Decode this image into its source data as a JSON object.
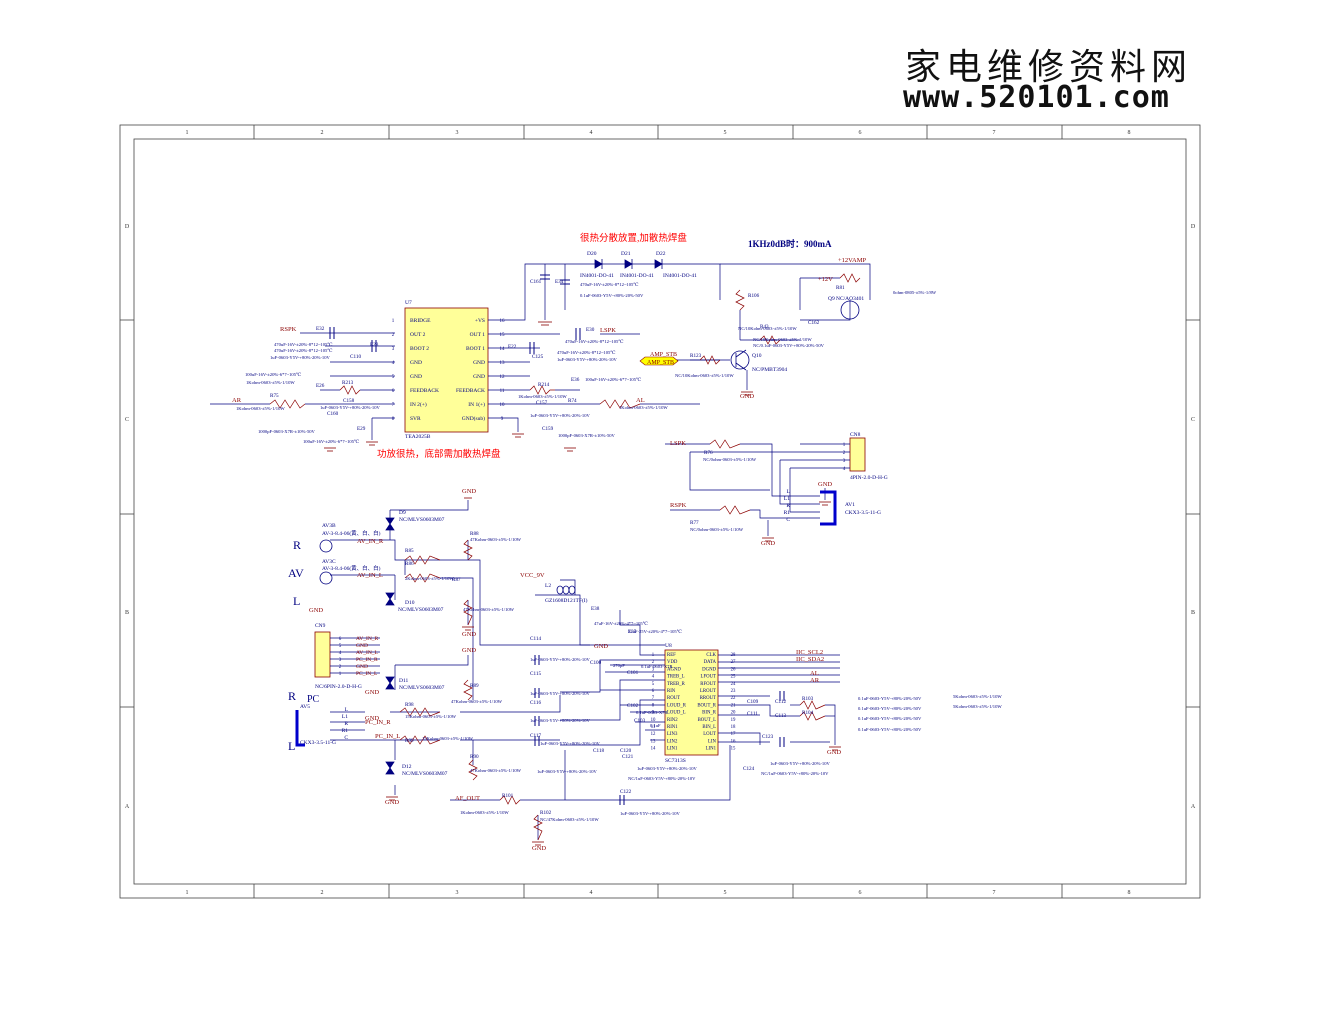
{
  "watermark": {
    "line1": "家电维修资料网",
    "line2": "www.520101.com"
  },
  "frame": {
    "cols": [
      "1",
      "2",
      "3",
      "4",
      "5",
      "6",
      "7",
      "8"
    ],
    "rows": [
      "D",
      "C",
      "B",
      "A"
    ]
  },
  "notes": {
    "heat_top": "很热分散放置,加散热焊盘",
    "heat_bottom": "功放很热，底部需加散热焊盘",
    "current": "1KHz0dB时：900mA"
  },
  "labels": {
    "left_r": "R",
    "left_av": "AV",
    "left_l": "L",
    "left_pc": "PC",
    "left_r2": "R",
    "left_l2": "L",
    "amp_stb": "AMP_STB",
    "vcc9": "VCC_9V",
    "p12": "+12V",
    "p12amp": "+12VAMP",
    "af_out": "AF_OUT",
    "lspk": "LSPK",
    "rspk": "RSPK",
    "ar": "AR",
    "al": "AL",
    "gnd": "GND",
    "av_in_r": "AV_IN_R",
    "av_in_l": "AV_IN_L",
    "pc_in_r": "PC_IN_R",
    "pc_in_l": "PC_IN_L",
    "iic_scl": "IIC_SCL2",
    "iic_sda": "IIC_SDA2"
  },
  "components": {
    "u7": "U7",
    "u7_part": "TEA2025B",
    "u8": "U8",
    "u8_part": "SC7313S",
    "cn8": "CN8",
    "cn8_part": "4PIN-2.0-D-H-G",
    "cn9": "CN9",
    "cn9_part": "NC/6PIN-2.0-D-H-G",
    "av1": "AV1",
    "av1_part": "CKX3-3.5-11-G",
    "av5": "AV5",
    "av5_part": "CKX3-3.5-11-G",
    "av3b": "AV3B",
    "av3b_part": "AV-3-8.4-06(黄、白、白)",
    "av3c": "AV3C",
    "av3c_part": "AV-3-8.4-06(黄、白、白)",
    "q9": "Q9",
    "q9_part": "NC/AO3401",
    "q10": "Q10",
    "q10_part": "NC/PMBT3904",
    "l2": "L2",
    "l2_part": "GZ1608D121TF(I)",
    "d20": "D20",
    "d21": "D21",
    "d22": "D22",
    "diode_part": "IN4001-DO-41",
    "d9": "D9",
    "d10": "D10",
    "d11": "D11",
    "d12": "D12",
    "tvs_part": "NC/MLVS0603M07"
  },
  "u7_pins_left": [
    {
      "num": "1",
      "name": "BRIDGE"
    },
    {
      "num": "2",
      "name": "OUT 2"
    },
    {
      "num": "3",
      "name": "BOOT 2"
    },
    {
      "num": "4",
      "name": "GND"
    },
    {
      "num": "5",
      "name": "GND"
    },
    {
      "num": "6",
      "name": "FEEDBACK"
    },
    {
      "num": "7",
      "name": "IN 2(+)"
    },
    {
      "num": "8",
      "name": "SVR"
    }
  ],
  "u7_pins_right": [
    {
      "num": "16",
      "name": "+VS"
    },
    {
      "num": "15",
      "name": "OUT 1"
    },
    {
      "num": "14",
      "name": "BOOT 1"
    },
    {
      "num": "13",
      "name": "GND"
    },
    {
      "num": "12",
      "name": "GND"
    },
    {
      "num": "11",
      "name": "FEEDBACK"
    },
    {
      "num": "10",
      "name": "IN 1(+)"
    },
    {
      "num": "9",
      "name": "GND(sub)"
    }
  ],
  "u8_pins_left": [
    {
      "num": "1",
      "name": "REF"
    },
    {
      "num": "2",
      "name": "VDD"
    },
    {
      "num": "3",
      "name": "AGND"
    },
    {
      "num": "4",
      "name": "TREB_L"
    },
    {
      "num": "5",
      "name": "TREB_R"
    },
    {
      "num": "6",
      "name": "RIN"
    },
    {
      "num": "7",
      "name": "ROUT"
    },
    {
      "num": "8",
      "name": "LOUD_R"
    },
    {
      "num": "9",
      "name": "LOUD_L"
    },
    {
      "num": "10",
      "name": "RIN2"
    },
    {
      "num": "11",
      "name": "RIN1"
    },
    {
      "num": "12",
      "name": "LIN3"
    },
    {
      "num": "13",
      "name": "LIN2"
    },
    {
      "num": "14",
      "name": "LIN1"
    }
  ],
  "u8_pins_right": [
    {
      "num": "28",
      "name": "CLK"
    },
    {
      "num": "27",
      "name": "DATA"
    },
    {
      "num": "26",
      "name": "DGND"
    },
    {
      "num": "25",
      "name": "LFOUT"
    },
    {
      "num": "24",
      "name": "RFOUT"
    },
    {
      "num": "23",
      "name": "LROUT"
    },
    {
      "num": "22",
      "name": "RROUT"
    },
    {
      "num": "21",
      "name": "BOUT_R"
    },
    {
      "num": "20",
      "name": "BIN_R"
    },
    {
      "num": "19",
      "name": "BOUT_L"
    },
    {
      "num": "18",
      "name": "BIN_L"
    },
    {
      "num": "17",
      "name": "LOUT"
    },
    {
      "num": "16",
      "name": "LIN"
    },
    {
      "num": "15",
      "name": "LIN1"
    }
  ],
  "cn9_pins": [
    {
      "num": "6",
      "net": "AV_IN_R"
    },
    {
      "num": "5",
      "net": "GND"
    },
    {
      "num": "4",
      "net": "AV_IN_L"
    },
    {
      "num": "3",
      "net": "PC_IN_R"
    },
    {
      "num": "2",
      "net": "GND"
    },
    {
      "num": "1",
      "net": "PC_IN_L"
    }
  ],
  "cn8_pins": [
    "1",
    "2",
    "3",
    "4"
  ],
  "jack_pins": [
    "L",
    "L1",
    "R",
    "R1",
    "C"
  ],
  "parts": [
    {
      "ref": "R75",
      "val": "1Kohm-0603-±5%-1/10W"
    },
    {
      "ref": "E32",
      "val": "470uF-16V-±20%-8*12~105℃"
    },
    {
      "ref": "E28",
      "val": "470uF-16V-±20%-8*12~105℃"
    },
    {
      "ref": "C110",
      "val": "1uF-0603-Y5V-+80%-20%-10V"
    },
    {
      "ref": "E26",
      "val": "100uF-16V-±20%-6*7~105℃"
    },
    {
      "ref": "R213",
      "val": "1Kohm-0603-±5%-1/10W"
    },
    {
      "ref": "C158",
      "val": "1uF-0603-Y5V-+80%-20%-10V"
    },
    {
      "ref": "C160",
      "val": "1000pF-0603-X7R-±10%-50V"
    },
    {
      "ref": "E29",
      "val": "100uF-16V-±20%-6*7~105℃"
    },
    {
      "ref": "C161",
      "val": "0.1uF-0603-Y5V-+80%-20%-50V"
    },
    {
      "ref": "E34",
      "val": "470uF-16V-±20%-8*12~105℃"
    },
    {
      "ref": "E30",
      "val": "470uF-16V-±20%-8*12~105℃"
    },
    {
      "ref": "E22",
      "val": "470uF-16V-±20%-8*12~105℃"
    },
    {
      "ref": "C125",
      "val": "1uF-0603-Y5V-+80%-20%-10V"
    },
    {
      "ref": "R214",
      "val": "1Kohm-0603-±5%-1/10W"
    },
    {
      "ref": "E36",
      "val": "100uF-16V-±20%-6*7~105℃"
    },
    {
      "ref": "C157",
      "val": "1uF-0603-Y5V-+80%-20%-10V"
    },
    {
      "ref": "R74",
      "val": "1Kohm-0603-±5%-1/10W"
    },
    {
      "ref": "C159",
      "val": "1000pF-0603-X7R-±10%-50V"
    },
    {
      "ref": "R106",
      "val": "NC/10Kohm-0603-±5%-1/10W"
    },
    {
      "ref": "R43",
      "val": "NC/10Kohm-0603-±5%-1/10W"
    },
    {
      "ref": "C162",
      "val": "NC/0.1uF-0603-Y5V-+80%-20%-50V"
    },
    {
      "ref": "R81",
      "val": "0ohm-0805-±5%-1/8W"
    },
    {
      "ref": "R123",
      "val": "NC/10Kohm-0603-±5%-1/10W"
    },
    {
      "ref": "R76",
      "val": "NC/0ohm-0603-±5%-1/10W"
    },
    {
      "ref": "R77",
      "val": "NC/0ohm-0603-±5%-1/10W"
    },
    {
      "ref": "R88",
      "val": "47Kohm-0603-±5%-1/10W"
    },
    {
      "ref": "R85",
      "val": "15Kohm-0603-±5%-1/10W"
    },
    {
      "ref": "R86",
      "val": "2Kohm-0603-±5%-1/10W"
    },
    {
      "ref": "R87",
      "val": "47Kohm-0603-±5%-1/10W"
    },
    {
      "ref": "R89",
      "val": "47Kohm-0603-±5%-1/10W"
    },
    {
      "ref": "R98",
      "val": "15Kohm-0603-±5%-1/10W"
    },
    {
      "ref": "R99",
      "val": "15Kohm-0603-±5%-1/10W"
    },
    {
      "ref": "R90",
      "val": "47Kohm-0603-±5%-1/10W"
    },
    {
      "ref": "C114",
      "val": "1uF-0603-Y5V-+80%-20%-10V"
    },
    {
      "ref": "C115",
      "val": "1uF-0603-Y5V-+80%-20%-10V"
    },
    {
      "ref": "C116",
      "val": "1uF-0603-Y5V-+80%-20%-10V"
    },
    {
      "ref": "C117",
      "val": "1uF-0603-Y5V-+80%-20%-10V"
    },
    {
      "ref": "C118",
      "val": "1uF-0603-Y5V-+80%-20%-10V"
    },
    {
      "ref": "C120",
      "val": "NC/1uF-0603-Y5V-+80%-20%-10V"
    },
    {
      "ref": "C121",
      "val": "1uF-0603-Y5V-+80%-20%-10V"
    },
    {
      "ref": "E38",
      "val": "47uF-16V-±20%-4*7~105℃"
    },
    {
      "ref": "E35",
      "val": "22uF-25V-±20%-4*7~105℃"
    },
    {
      "ref": "C109",
      "val": "0.1uF-0603-Y5V-+80%-20%-50V"
    },
    {
      "ref": "C112",
      "val": "0.1uF-0603-Y5V-+80%-20%-50V"
    },
    {
      "ref": "C111",
      "val": "0.1uF-0603-Y5V-+80%-20%-50V"
    },
    {
      "ref": "C113",
      "val": "0.1uF-0603-Y5V-+80%-20%-50V"
    },
    {
      "ref": "R103",
      "val": "5Kohm-0603-±5%-1/10W"
    },
    {
      "ref": "R104",
      "val": "5Kohm-0603-±5%-1/10W"
    },
    {
      "ref": "C123",
      "val": "1uF-0603-Y5V-+80%-20%-10V"
    },
    {
      "ref": "C124",
      "val": "NC/1uF-0603-Y5V-+80%-20%-10V"
    },
    {
      "ref": "C122",
      "val": "1uF-0603-Y5V-+80%-20%-10V"
    },
    {
      "ref": "R101",
      "val": "1Kohm-0603-±5%-1/10W"
    },
    {
      "ref": "R102",
      "val": "NC/47Kohm-0603-±5%-1/10W"
    },
    {
      "ref": "C100",
      "val": "270pF"
    },
    {
      "ref": "C101",
      "val": "0.1uF-0603-X7R"
    },
    {
      "ref": "C102",
      "val": "0.1uF-0603-X7R"
    },
    {
      "ref": "C103",
      "val": "0.1uF"
    }
  ]
}
